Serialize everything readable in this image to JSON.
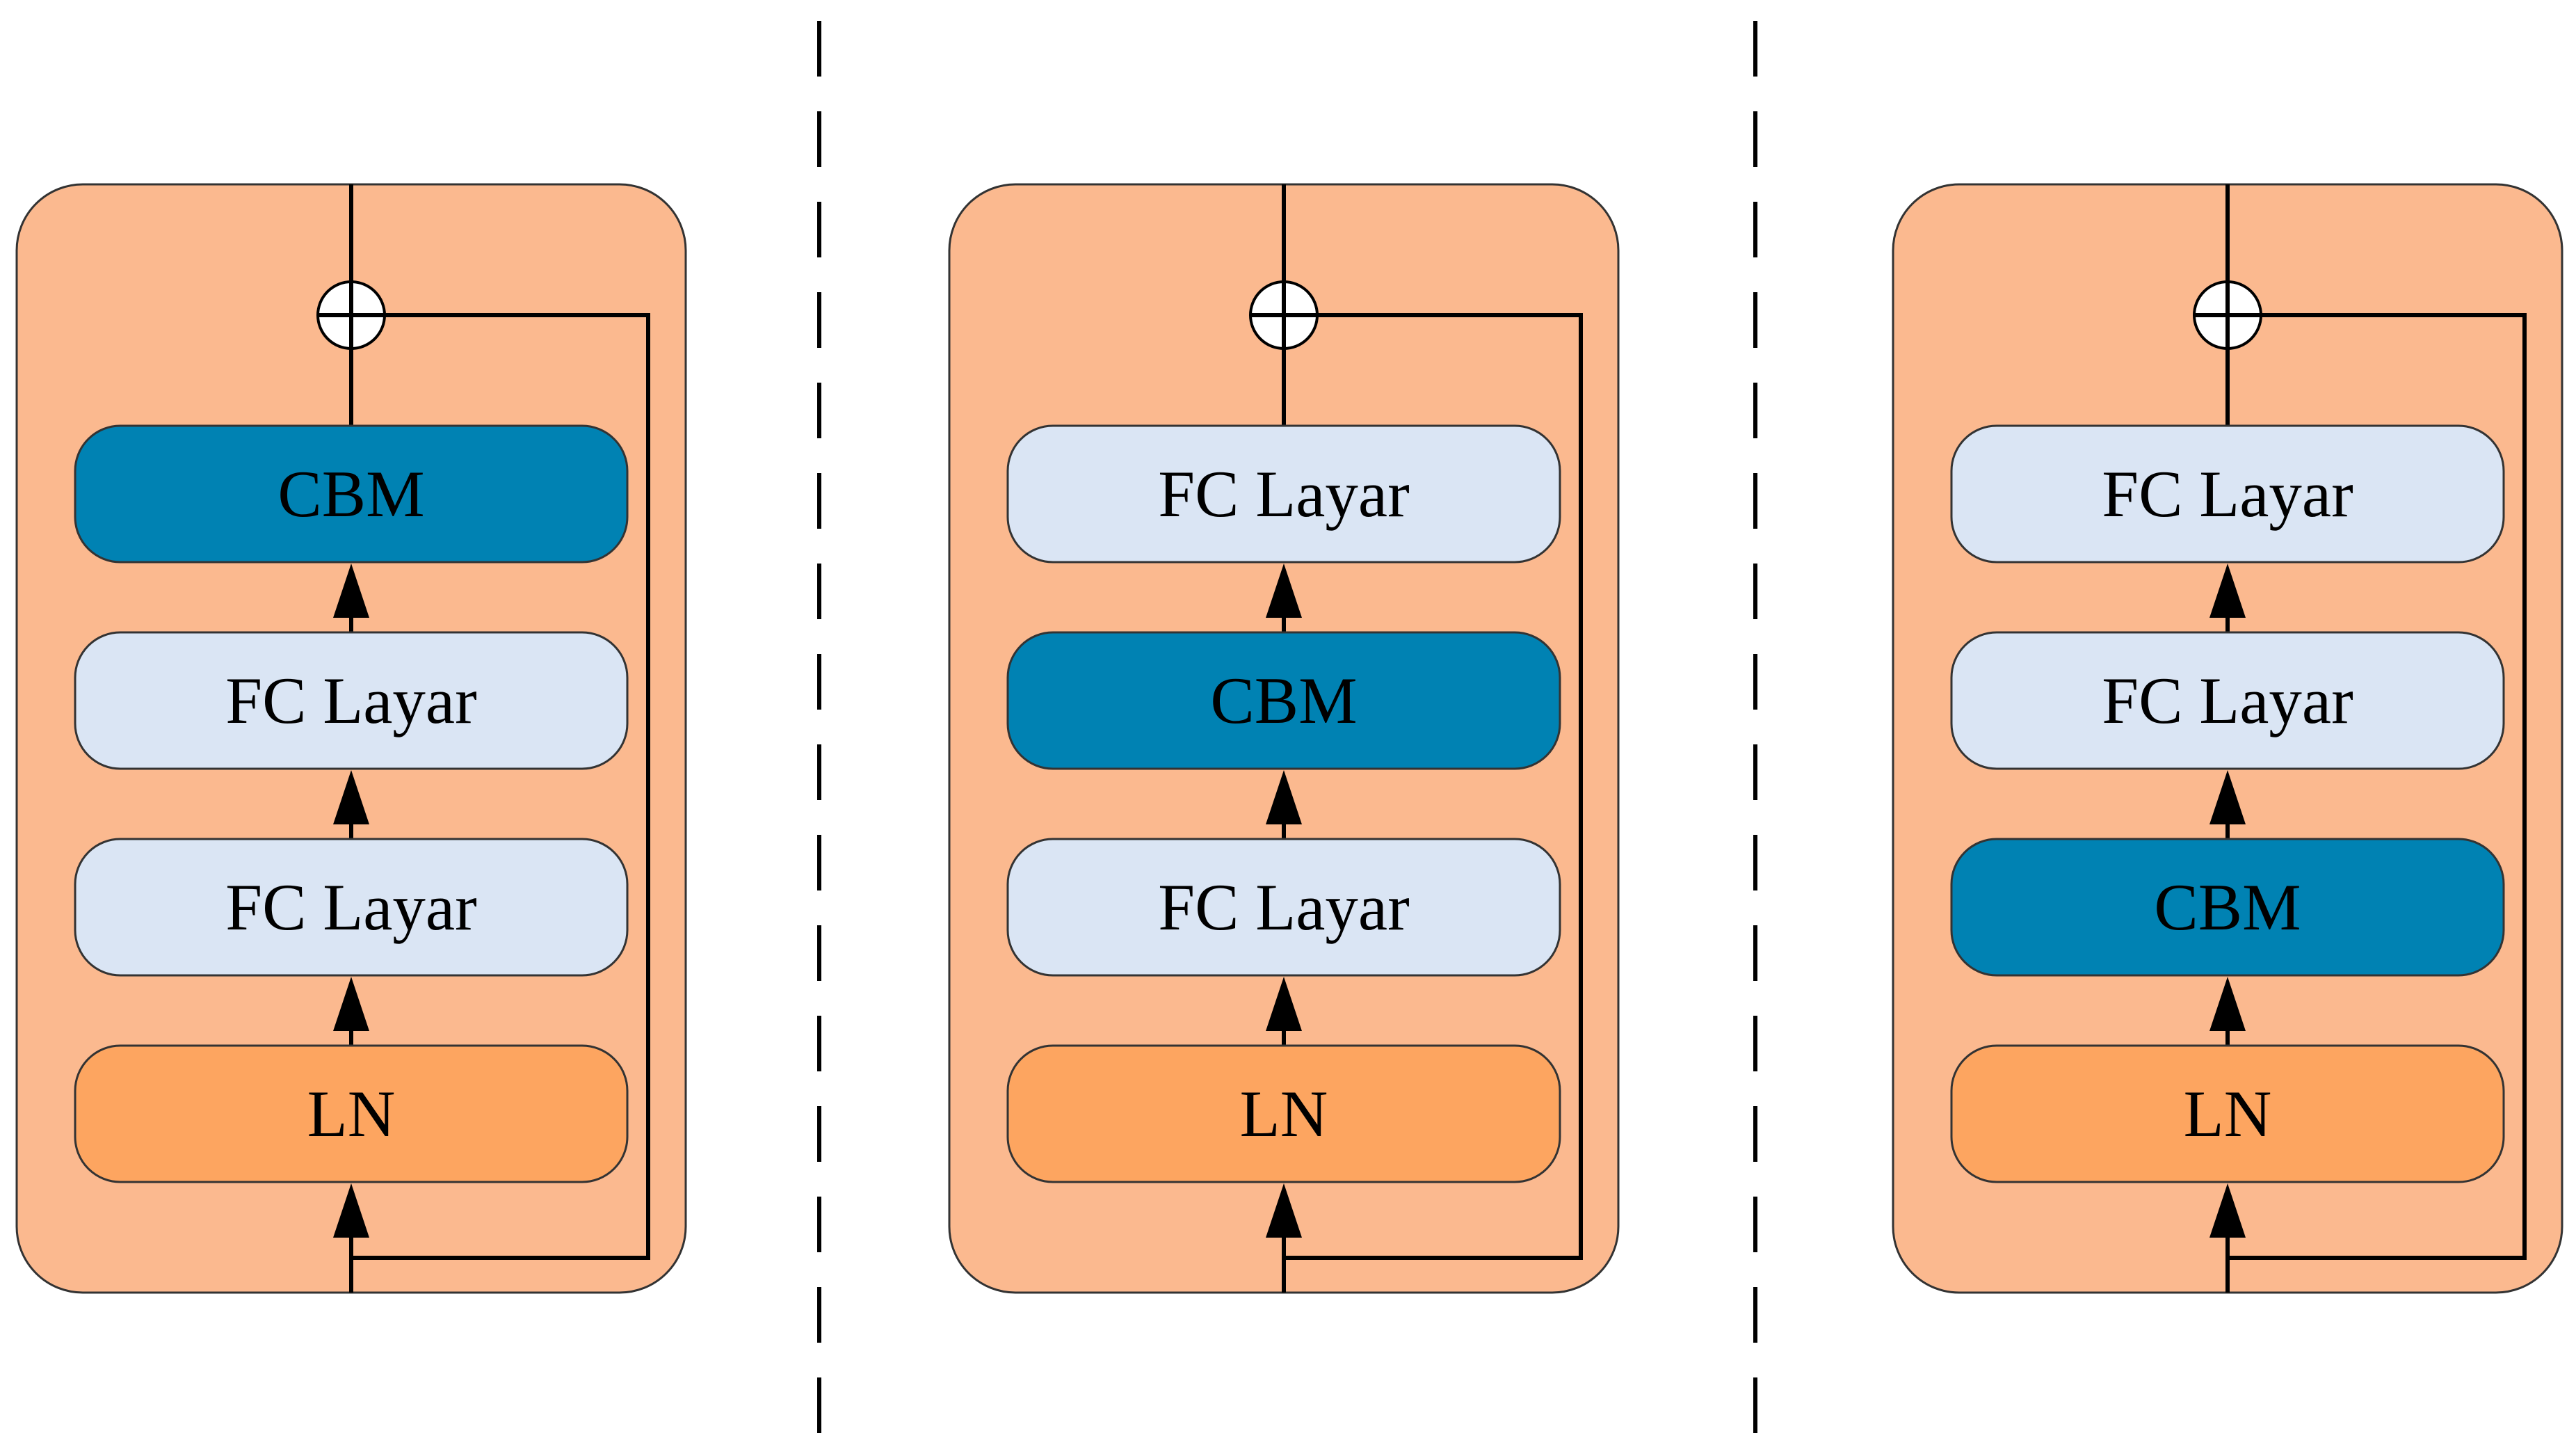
{
  "colors": {
    "panel_fill": "#FBB98F",
    "panel_stroke": "#333333",
    "cbm_fill": "#0082B3",
    "fc_fill": "#DAE5F4",
    "ln_fill": "#FDA560",
    "line": "#000000",
    "adder_fill": "#FFFFFF"
  },
  "icons": {
    "adder": "circle-plus-icon",
    "arrow": "arrow-up-icon"
  },
  "panels": [
    {
      "blocks": [
        {
          "type": "cbm",
          "label": "CBM"
        },
        {
          "type": "fc",
          "label": "FC Layar"
        },
        {
          "type": "fc",
          "label": "FC Layar"
        },
        {
          "type": "ln",
          "label": "LN"
        }
      ]
    },
    {
      "blocks": [
        {
          "type": "fc",
          "label": "FC Layar"
        },
        {
          "type": "cbm",
          "label": "CBM"
        },
        {
          "type": "fc",
          "label": "FC Layar"
        },
        {
          "type": "ln",
          "label": "LN"
        }
      ]
    },
    {
      "blocks": [
        {
          "type": "fc",
          "label": "FC Layar"
        },
        {
          "type": "fc",
          "label": "FC Layar"
        },
        {
          "type": "cbm",
          "label": "CBM"
        },
        {
          "type": "ln",
          "label": "LN"
        }
      ]
    }
  ]
}
